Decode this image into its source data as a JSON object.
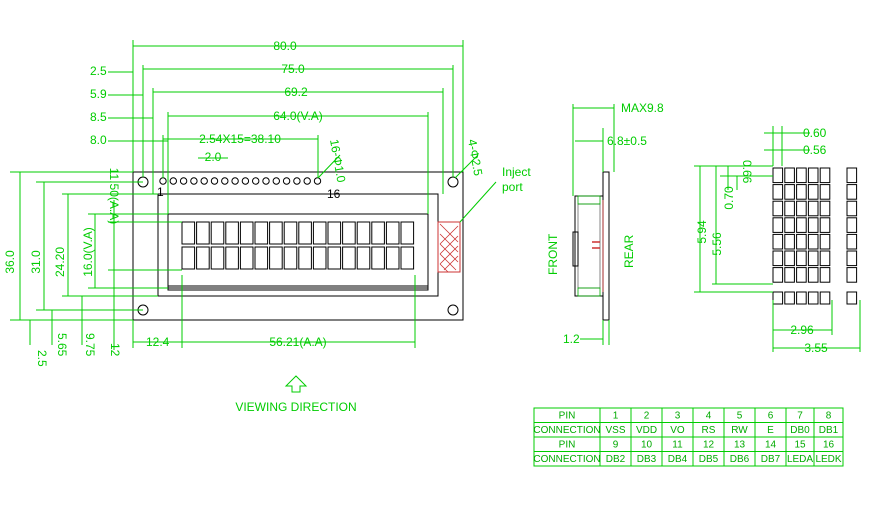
{
  "front": {
    "top_dims": [
      "80.0",
      "75.0",
      "69.2",
      "64.0(V.A)"
    ],
    "left_dims": [
      "2.5",
      "5.9",
      "8.5",
      "8.0"
    ],
    "pitch_dims": [
      "2.54X15=38.10",
      "2.0"
    ],
    "hole_dims": [
      "16-Φ1.0",
      "4-Φ2.5"
    ],
    "pin_labels": [
      "1",
      "16"
    ],
    "vertical_dims": [
      "36.0",
      "31.0",
      "24.20",
      "16.0(V.A)",
      "11.50(A.A)"
    ],
    "bottom_left_dims": [
      "2.5",
      "5.65",
      "9.75",
      "12"
    ],
    "bottom_dims": [
      "12.4",
      "56.21(A.A)"
    ],
    "inject_port": [
      "Inject",
      "port"
    ]
  },
  "side": {
    "max": "MAX9.8",
    "thickness": "6.8±0.5",
    "front_label": "FRONT",
    "rear_label": "REAR",
    "bottom_dim": "1.2"
  },
  "char": {
    "dims": [
      "0.60",
      "0.56",
      "0.66",
      "0.70",
      "5.56",
      "5.94",
      "2.96",
      "3.55"
    ]
  },
  "viewing_direction": "VIEWING DIRECTION",
  "pin_table": {
    "rows": [
      [
        "PIN",
        "1",
        "2",
        "3",
        "4",
        "5",
        "6",
        "7",
        "8"
      ],
      [
        "CONNECTION",
        "VSS",
        "VDD",
        "VO",
        "RS",
        "RW",
        "E",
        "DB0",
        "DB1"
      ],
      [
        "PIN",
        "9",
        "10",
        "11",
        "12",
        "13",
        "14",
        "15",
        "16"
      ],
      [
        "CONNECTION",
        "DB2",
        "DB3",
        "DB4",
        "DB5",
        "DB6",
        "DB7",
        "LEDA",
        "LEDK"
      ]
    ]
  }
}
